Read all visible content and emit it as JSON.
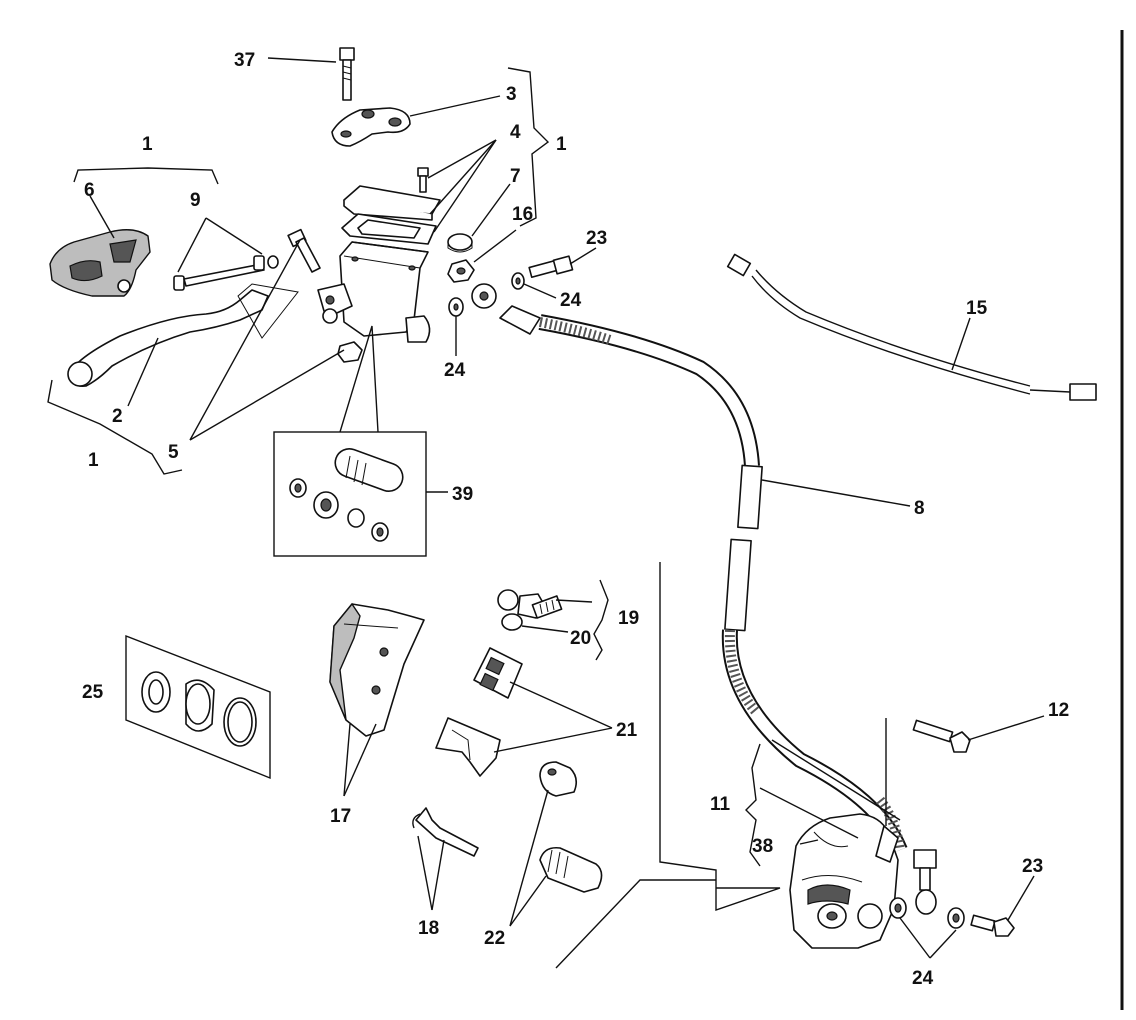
{
  "callouts": {
    "c1a": "1",
    "c1b": "1",
    "c1c": "1",
    "c2": "2",
    "c3": "3",
    "c4": "4",
    "c5": "5",
    "c6": "6",
    "c7": "7",
    "c8": "8",
    "c9": "9",
    "c11": "11",
    "c12": "12",
    "c15": "15",
    "c16": "16",
    "c17": "17",
    "c18": "18",
    "c19": "19",
    "c20": "20",
    "c21": "21",
    "c22": "22",
    "c23a": "23",
    "c23b": "23",
    "c24a": "24",
    "c24b": "24",
    "c24c": "24",
    "c25": "25",
    "c37": "37",
    "c38": "38",
    "c39": "39"
  }
}
